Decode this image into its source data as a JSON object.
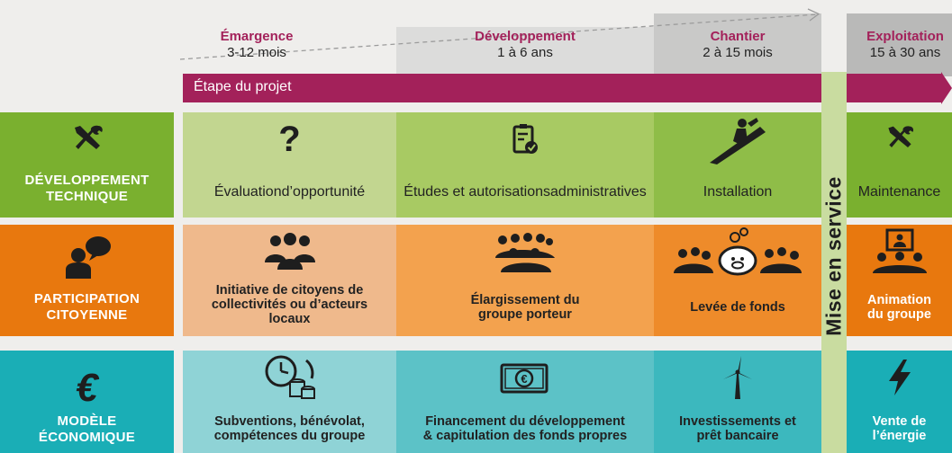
{
  "phases": [
    {
      "title": "Émargence",
      "duration": "3-12 mois"
    },
    {
      "title": "Développement",
      "duration": "1 à 6 ans"
    },
    {
      "title": "Chantier",
      "duration": "2 à 15 mois"
    },
    {
      "title": "Exploitation",
      "duration": "15 à 30 ans"
    }
  ],
  "timeline_label": "Étape du projet",
  "milestone_label": "Mise en service",
  "rows": [
    {
      "header": [
        "DÉVELOPPEMENT",
        "TECHNIQUE"
      ],
      "header_icon": "tools-icon",
      "color": "#7ab02f",
      "cells": [
        {
          "icon": "question-mark-icon",
          "lines": [
            "Évaluation",
            "d’opportunité"
          ]
        },
        {
          "icon": "checklist-icon",
          "lines": [
            "Études et autorisations",
            "administratives"
          ]
        },
        {
          "icon": "roofer-icon",
          "lines": [
            "Installation"
          ]
        },
        {
          "icon": "tools-icon",
          "lines": [
            "Maintenance"
          ]
        }
      ]
    },
    {
      "header": [
        "PARTICIPATION",
        "CITOYENNE"
      ],
      "header_icon": "speaker-icon",
      "color": "#e8780e",
      "cells": [
        {
          "icon": "group-icon",
          "lines": [
            "Initiative de citoyens de",
            "collectivités ou d’acteurs",
            "locaux"
          ]
        },
        {
          "icon": "large-group-icon",
          "lines": [
            "Élargissement du",
            "groupe porteur"
          ]
        },
        {
          "icon": "piggy-bank-icon",
          "lines": [
            "Levée de fonds"
          ]
        },
        {
          "icon": "presentation-icon",
          "lines": [
            "Animation",
            "du groupe"
          ]
        }
      ]
    },
    {
      "header": [
        "MODÈLE",
        "ÉCONOMIQUE"
      ],
      "header_icon": "euro-icon",
      "color": "#1aaeb6",
      "cells": [
        {
          "icon": "clock-coins-icon",
          "lines": [
            "Subventions, bénévolat,",
            "compétences du groupe"
          ]
        },
        {
          "icon": "banknote-icon",
          "lines": [
            "Financement du développement",
            "& capitulation des fonds propres"
          ]
        },
        {
          "icon": "wind-turbine-icon",
          "lines": [
            "Investissements et",
            "prêt bancaire"
          ]
        },
        {
          "icon": "lightning-icon",
          "lines": [
            "Vente de",
            "l’énergie"
          ]
        }
      ]
    }
  ],
  "colors": {
    "accent": "#a3215a",
    "tech": "#7ab02f",
    "participation": "#e8780e",
    "economy": "#1aaeb6"
  }
}
